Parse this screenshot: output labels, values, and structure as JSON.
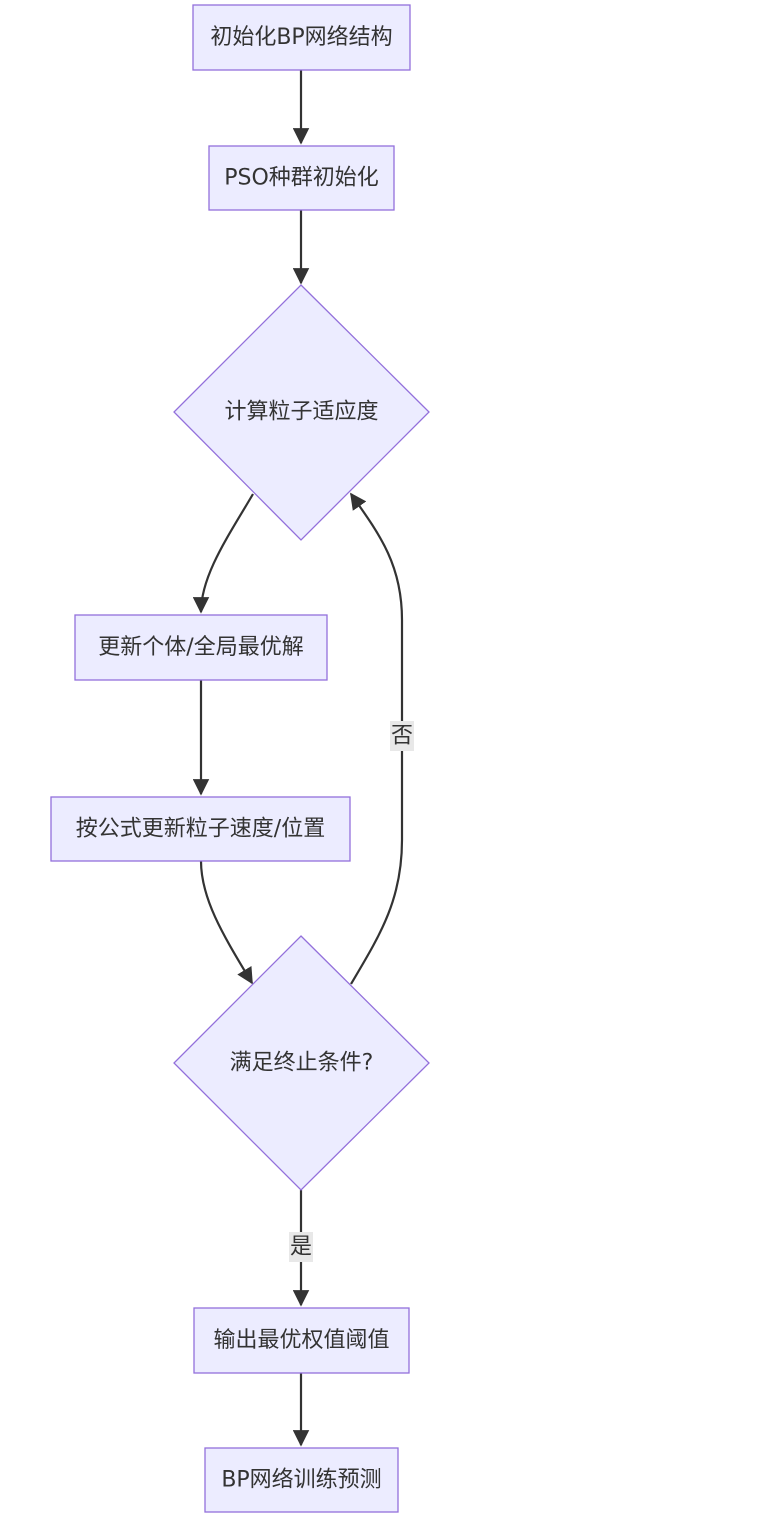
{
  "nodes": {
    "init_bp": "初始化BP网络结构",
    "pso_init": "PSO种群初始化",
    "calc_fitness": "计算粒子适应度",
    "update_best": "更新个体/全局最优解",
    "update_velocity": "按公式更新粒子速度/位置",
    "check_stop": "满足终止条件?",
    "output_best": "输出最优权值阈值",
    "bp_train": "BP网络训练预测"
  },
  "edges": {
    "no_label": "否",
    "yes_label": "是"
  },
  "colors": {
    "node_fill": "#ECECFF",
    "node_stroke": "#9370DB",
    "edge": "#333333",
    "text": "#333333",
    "label_bg": "#e8e8e8"
  }
}
